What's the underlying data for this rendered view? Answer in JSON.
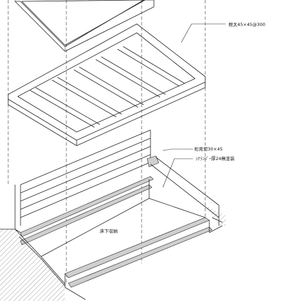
{
  "labels": {
    "joist": "根太45×45@300",
    "sill": "松見切30×45",
    "plywood": "ｼﾅﾗﾝﾊﾞｰ厚24無塗装",
    "storage": "床下収納"
  }
}
